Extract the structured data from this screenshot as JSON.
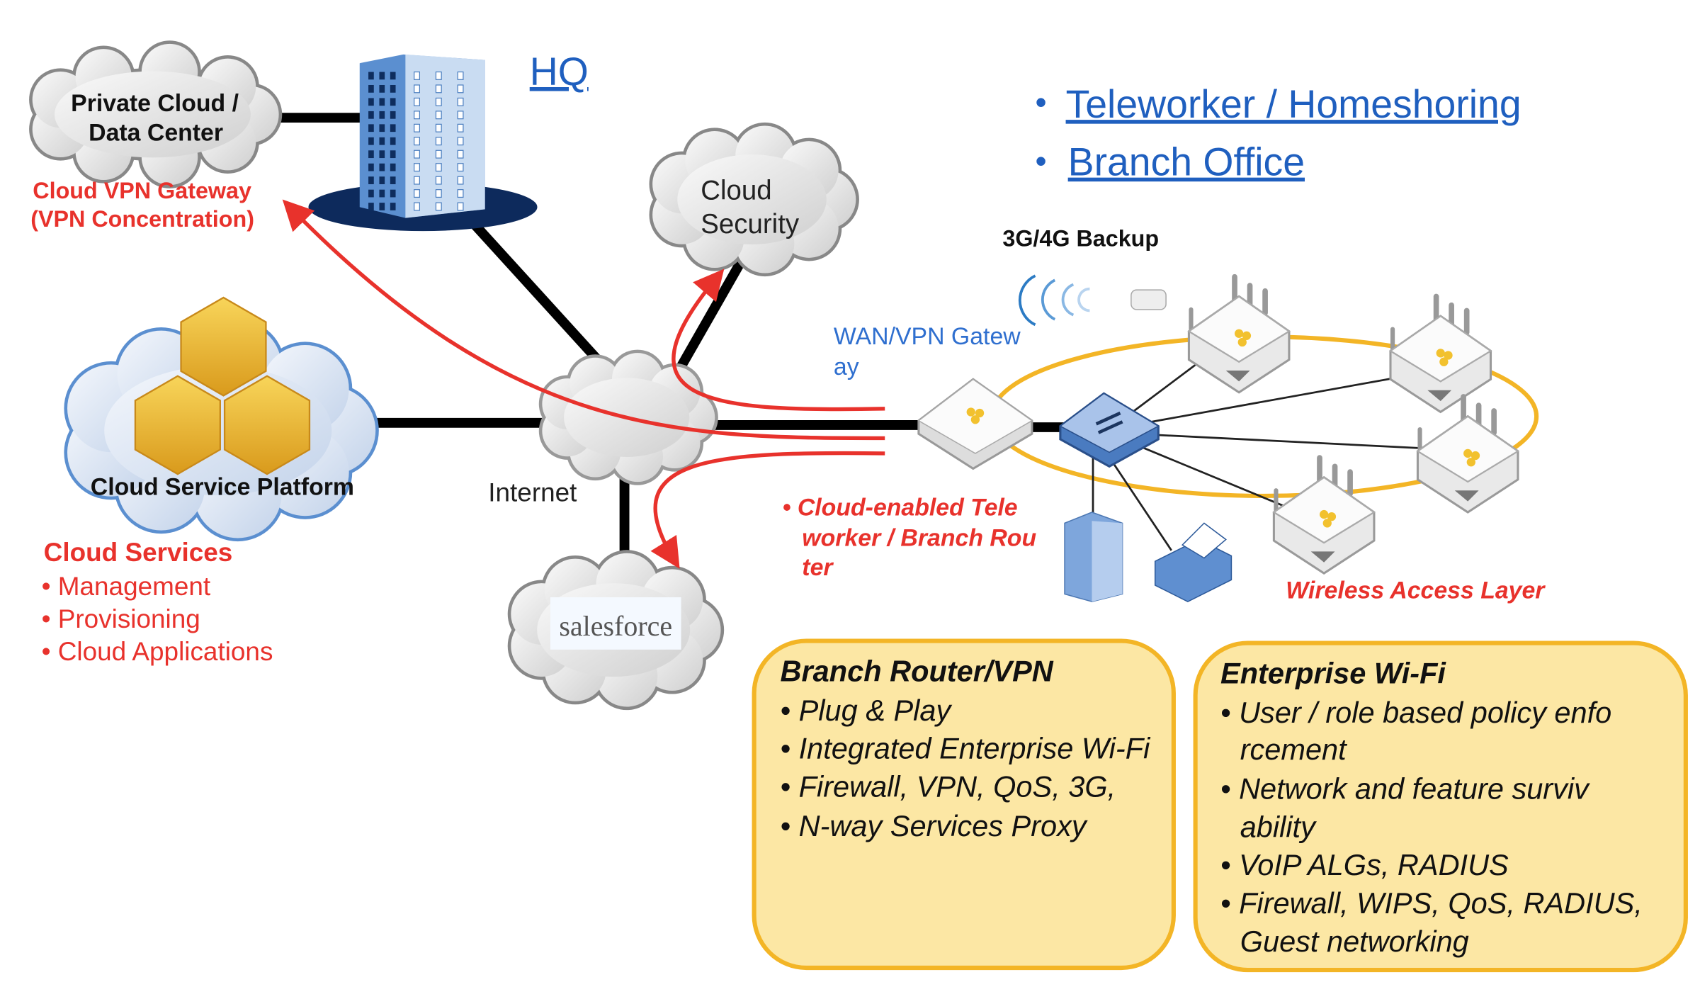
{
  "hq": {
    "label": "HQ"
  },
  "private_cloud": {
    "lines": [
      "Private Cloud /",
      "Data Center"
    ]
  },
  "vpn_gateway": {
    "lines": [
      "Cloud VPN Gateway",
      "(VPN Concentration)"
    ]
  },
  "cloud_security": {
    "lines": [
      "Cloud",
      "Security"
    ]
  },
  "cloud_service_platform": {
    "label": "Cloud Service Platform"
  },
  "internet": {
    "label": "Internet"
  },
  "salesforce": {
    "label": "salesforce"
  },
  "cloud_services": {
    "title": "Cloud Services",
    "items": [
      "• Management",
      "• Provisioning",
      "• Cloud Applications"
    ]
  },
  "links": [
    "•",
    "Teleworker / Homeshoring",
    "•",
    "Branch Office"
  ],
  "backup": {
    "label": "3G/4G Backup"
  },
  "wan_gateway": {
    "lines": [
      "WAN/VPN Gatew",
      "ay"
    ]
  },
  "teleworker_note": {
    "lines": [
      "• Cloud-enabled Tele",
      "worker / Branch Rou",
      "ter"
    ]
  },
  "wireless": {
    "label": "Wireless Access Layer"
  },
  "branch_box": {
    "title": "Branch Router/VPN",
    "items": [
      "• Plug & Play",
      "• Integrated Enterprise Wi-Fi",
      "• Firewall, VPN, QoS, 3G,",
      "• N-way Services Proxy"
    ]
  },
  "wifi_box": {
    "title": "Enterprise Wi-Fi",
    "items": [
      "• User / role based policy enfo",
      "rcement",
      "•  Network and feature surviv",
      "ability",
      "• VoIP ALGs, RADIUS",
      "• Firewall, WIPS, QoS, RADIUS,",
      "Guest networking"
    ]
  },
  "colors": {
    "red": "#e8322c",
    "blue_link": "#1f5fbf",
    "box_fill": "#fce7a4",
    "box_border": "#f3b526",
    "navy": "#0d2a5c"
  }
}
